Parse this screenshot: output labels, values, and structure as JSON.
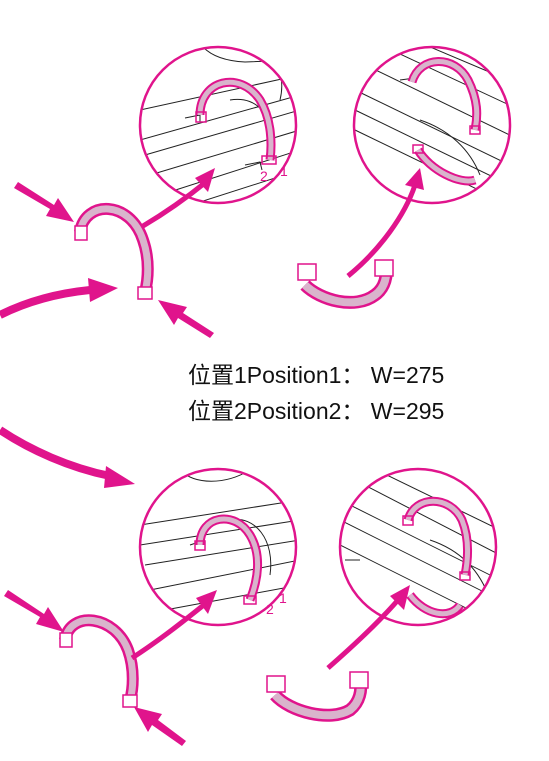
{
  "captions": {
    "position1": "位置1Position1：  W=275",
    "position2": "位置2Position2：  W=295"
  },
  "detail_labels": {
    "top_pos2": "2",
    "top_pos1": "1",
    "bottom_pos2": "2",
    "bottom_pos1": "1"
  },
  "colors": {
    "accent": "#e0148c",
    "clip_fill": "#d9b4cc",
    "line": "#222222"
  }
}
